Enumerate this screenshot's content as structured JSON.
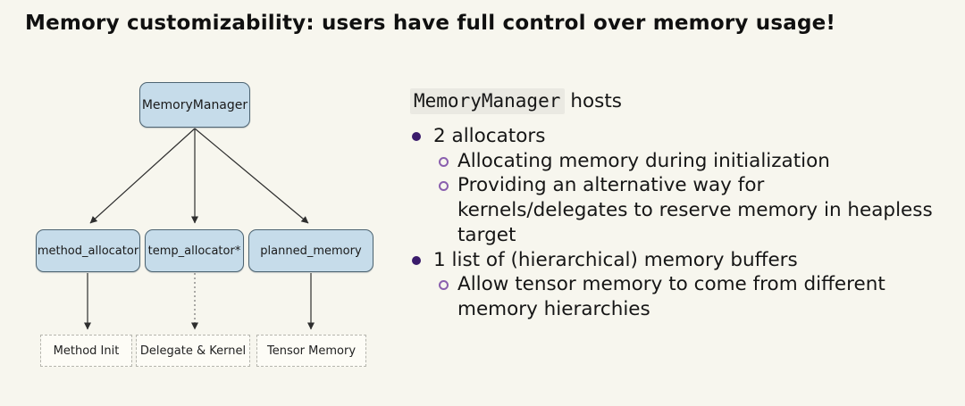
{
  "page": {
    "background": "#f7f6ee"
  },
  "title": "Memory customizability: users have full control over memory usage!",
  "diagram": {
    "nodes": {
      "memory_manager": "MemoryManager",
      "method_allocator": "method_allocator",
      "temp_allocator": "temp_allocator*",
      "planned_memory": "planned_memory",
      "method_init": "Method Init",
      "delegate_kernel": "Delegate & Kernel",
      "tensor_memory": "Tensor Memory"
    },
    "edges": [
      {
        "from": "memory_manager",
        "to": "method_allocator",
        "style": "solid"
      },
      {
        "from": "memory_manager",
        "to": "temp_allocator",
        "style": "solid"
      },
      {
        "from": "memory_manager",
        "to": "planned_memory",
        "style": "solid"
      },
      {
        "from": "method_allocator",
        "to": "method_init",
        "style": "solid"
      },
      {
        "from": "temp_allocator",
        "to": "delegate_kernel",
        "style": "dotted"
      },
      {
        "from": "planned_memory",
        "to": "tensor_memory",
        "style": "solid"
      }
    ],
    "colors": {
      "node_fill": "#c6dcea",
      "node_stroke": "#4d6472",
      "leaf_fill": "#fdfcf6",
      "leaf_stroke": "#b6b6ae",
      "arrow": "#2e2e2e"
    }
  },
  "content": {
    "heading": {
      "code": "MemoryManager",
      "rest": "hosts"
    },
    "bullets": [
      {
        "level": 1,
        "text": "2 allocators"
      },
      {
        "level": 2,
        "text": "Allocating memory during initialization"
      },
      {
        "level": 2,
        "text": "Providing an alternative way for kernels/delegates to reserve memory in heapless target"
      },
      {
        "level": 1,
        "text": "1 list of (hierarchical) memory buffers"
      },
      {
        "level": 2,
        "text": "Allow tensor memory to come from different memory hierarchies"
      }
    ],
    "colors": {
      "bullet_level1": "#3a1b6b",
      "bullet_level2": "#8a5fae",
      "code_background": "#eae9e2"
    }
  }
}
